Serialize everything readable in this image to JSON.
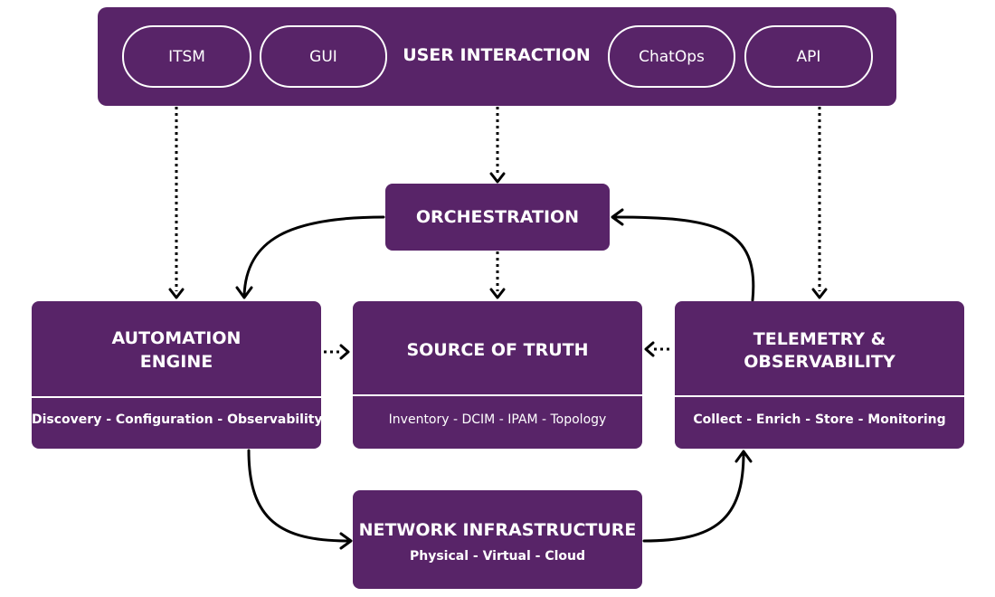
{
  "colors": {
    "box": "#582468",
    "text": "#ffffff",
    "arrow": "#000000"
  },
  "user_interaction": {
    "title": "USER INTERACTION",
    "items": [
      "ITSM",
      "GUI",
      "ChatOps",
      "API"
    ]
  },
  "orchestration": {
    "title": "ORCHESTRATION"
  },
  "automation_engine": {
    "title_line1": "AUTOMATION",
    "title_line2": "ENGINE",
    "subtitle": "Discovery - Configuration - Observability"
  },
  "source_of_truth": {
    "title": "SOURCE OF TRUTH",
    "subtitle": "Inventory - DCIM - IPAM - Topology"
  },
  "telemetry": {
    "title_line1": "TELEMETRY &",
    "title_line2": "OBSERVABILITY",
    "subtitle": "Collect - Enrich - Store - Monitoring"
  },
  "network_infrastructure": {
    "title": "NETWORK INFRASTRUCTURE",
    "subtitle": "Physical - Virtual - Cloud"
  }
}
